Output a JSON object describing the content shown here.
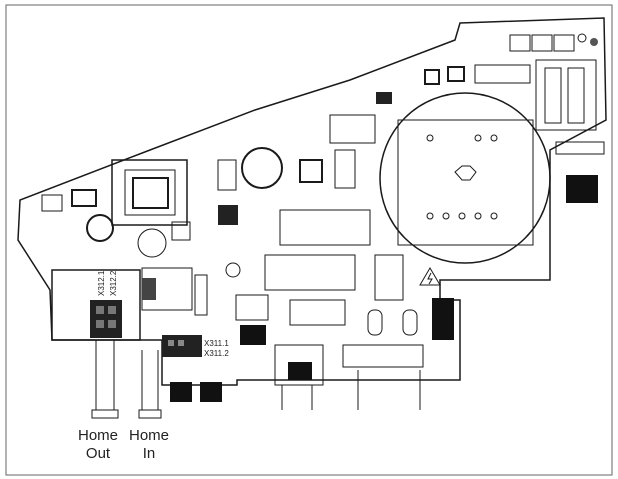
{
  "labels": {
    "home_out_1": "Home",
    "home_out_2": "Out",
    "home_in_1": "Home",
    "home_in_2": "In",
    "x312_1": "X312.1",
    "x312_2": "X312.2",
    "x311_1": "X311.1",
    "x311_2": "X311.2"
  },
  "colors": {
    "line": "#1a1a1a",
    "dark": "#111111",
    "frame": "#666666"
  }
}
